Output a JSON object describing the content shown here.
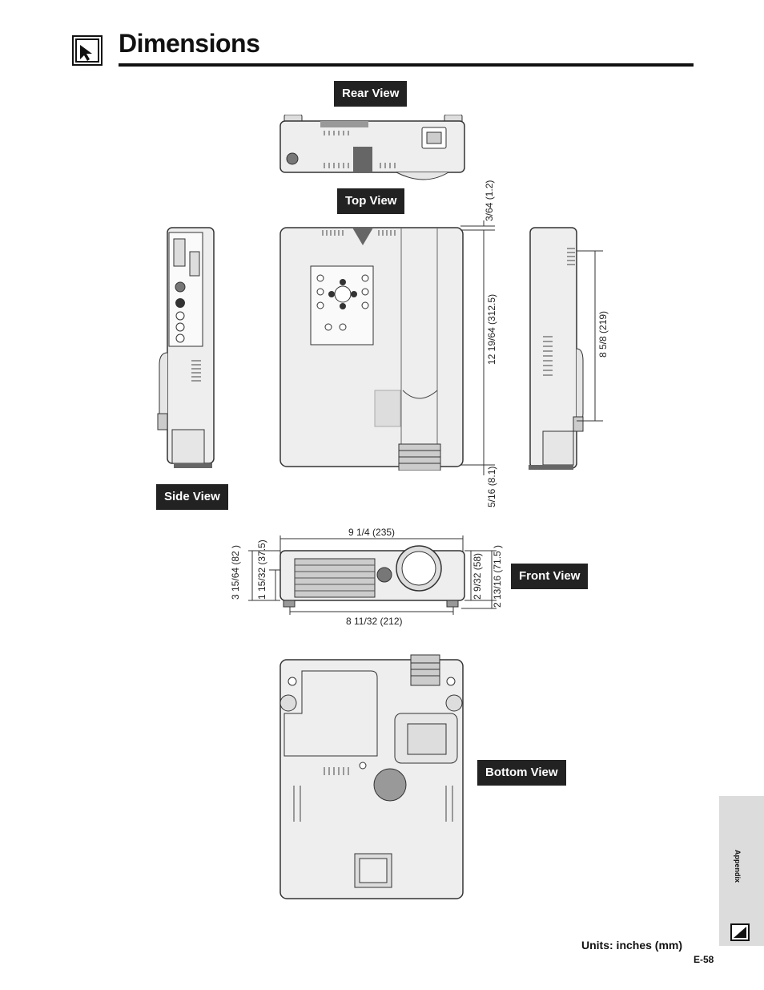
{
  "page": {
    "title": "Dimensions",
    "units": "Units: inches (mm)",
    "page_number": "E-58",
    "side_tab": "Appendix"
  },
  "views": {
    "rear": "Rear View",
    "top": "Top View",
    "side": "Side View",
    "front": "Front View",
    "bottom": "Bottom View"
  },
  "dimensions": {
    "top_offset": "3/64 (1.2)",
    "depth": "12 19/64 (312.5)",
    "bottom_offset": "5/16 (8.1)",
    "side_height": "8 5/8 (219)",
    "width": "9 1/4 (235)",
    "foot_span": "8 11/32 (212)",
    "height_total": "3 15/64 (82 )",
    "lens_center": "1 15/32 (37.5)",
    "height_body": "2 9/32 (58)",
    "height_with_feet": "2 13/16 (71.5 )"
  }
}
